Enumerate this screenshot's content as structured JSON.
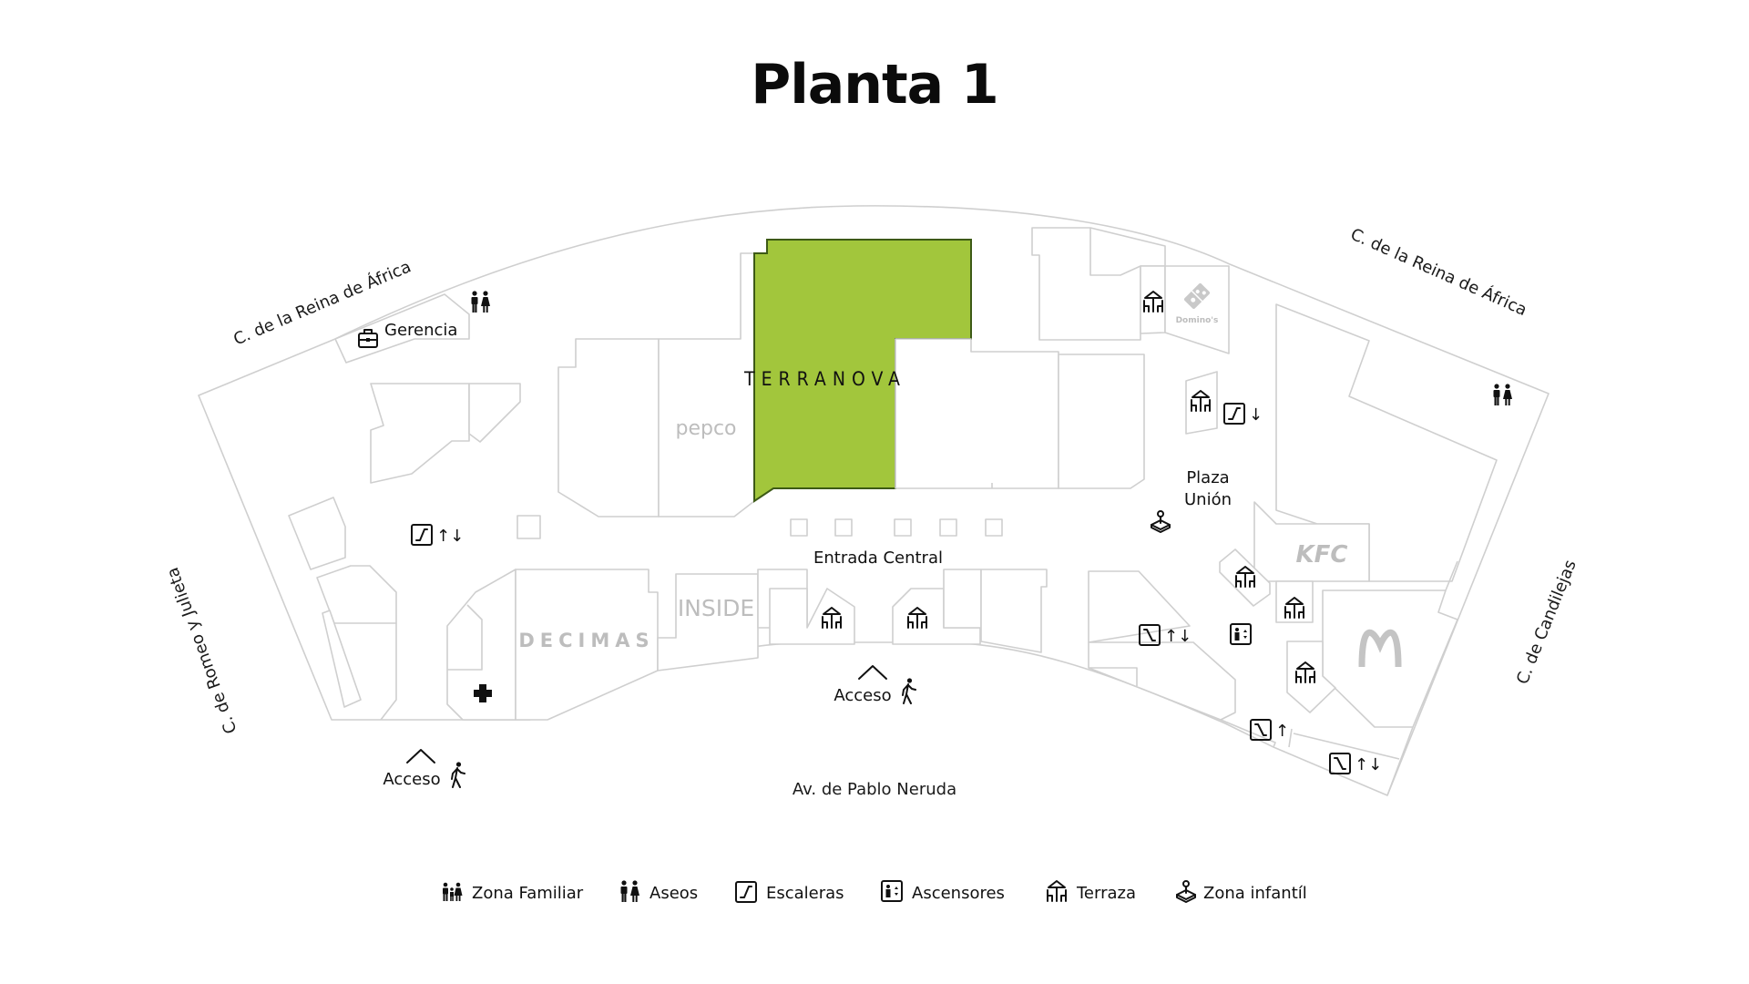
{
  "title": "Planta 1",
  "highlight_color": "#a2c63c",
  "streets": {
    "north_west": "C. de la Reina de África",
    "north_east": "C. de la Reina de África",
    "west": "C. de Romeo y Julieta",
    "east": "C. de Candilejas",
    "south": "Av. de Pablo Neruda"
  },
  "places": {
    "management": "Gerencia",
    "plaza": [
      "Plaza",
      "Unión"
    ],
    "central_entrance": "Entrada Central",
    "access_west": "Acceso",
    "access_central": "Acceso"
  },
  "stores": {
    "highlighted": "TERRANOVA",
    "pepco": "pepco",
    "decimas": "DECIMAS",
    "inside": "INSIDE",
    "kfc": "KFC",
    "dominos": "Domino's",
    "mcdonalds": "M"
  },
  "arrows": {
    "up_down": "↑↓",
    "down": "↓",
    "up": "↑"
  },
  "legend": [
    {
      "icon": "family-zone-icon",
      "label": "Zona Familiar"
    },
    {
      "icon": "restroom-icon",
      "label": "Aseos"
    },
    {
      "icon": "escalator-icon",
      "label": "Escaleras"
    },
    {
      "icon": "elevator-icon",
      "label": "Ascensores"
    },
    {
      "icon": "terrace-icon",
      "label": "Terraza"
    },
    {
      "icon": "playground-icon",
      "label": "Zona infantíl"
    }
  ]
}
